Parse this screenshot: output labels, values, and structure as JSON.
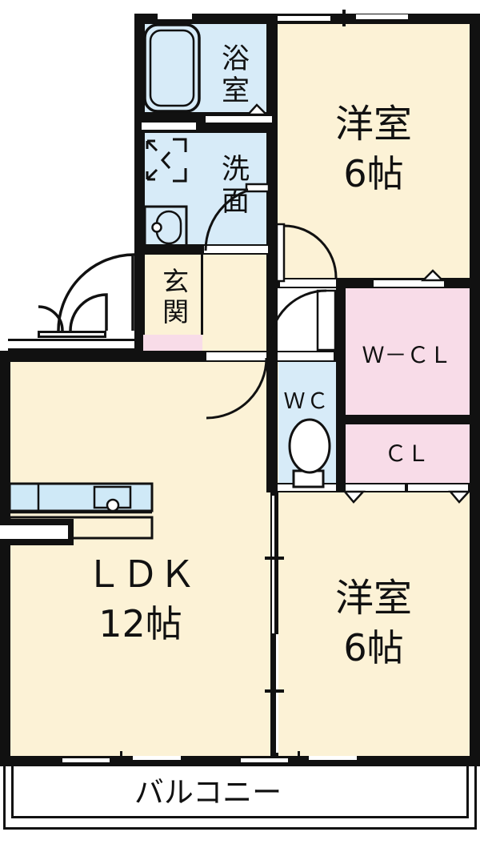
{
  "colors": {
    "wall": "#111111",
    "floor_cream": "#FCF2D6",
    "floor_blue": "#D7EBF8",
    "floor_pink": "#F8DCE8",
    "counter_blue": "#CFE9F7",
    "text": "#111111",
    "bg": "#FFFFFF"
  },
  "rooms": {
    "bathroom": {
      "label": "浴室"
    },
    "washroom": {
      "label": "洗面"
    },
    "entrance": {
      "label": "玄関"
    },
    "wc": {
      "label": "ＷＣ"
    },
    "walk_in_closet": {
      "label": "Ｗ－ＣＬ"
    },
    "closet": {
      "label": "ＣＬ"
    },
    "western_top": {
      "label": "洋室",
      "size": "6帖"
    },
    "western_bottom": {
      "label": "洋室",
      "size": "6帖"
    },
    "ldk": {
      "label": "ＬＤＫ",
      "size": "12帖"
    },
    "balcony": {
      "label": "バルコニー"
    }
  },
  "icons": {
    "bathtub": "bathtub-icon",
    "washer_pan": "washing-machine-icon",
    "sink": "washbasin-icon",
    "toilet": "toilet-icon",
    "kitchen": "kitchen-counter-icon",
    "doors": "door-swing-icon"
  }
}
